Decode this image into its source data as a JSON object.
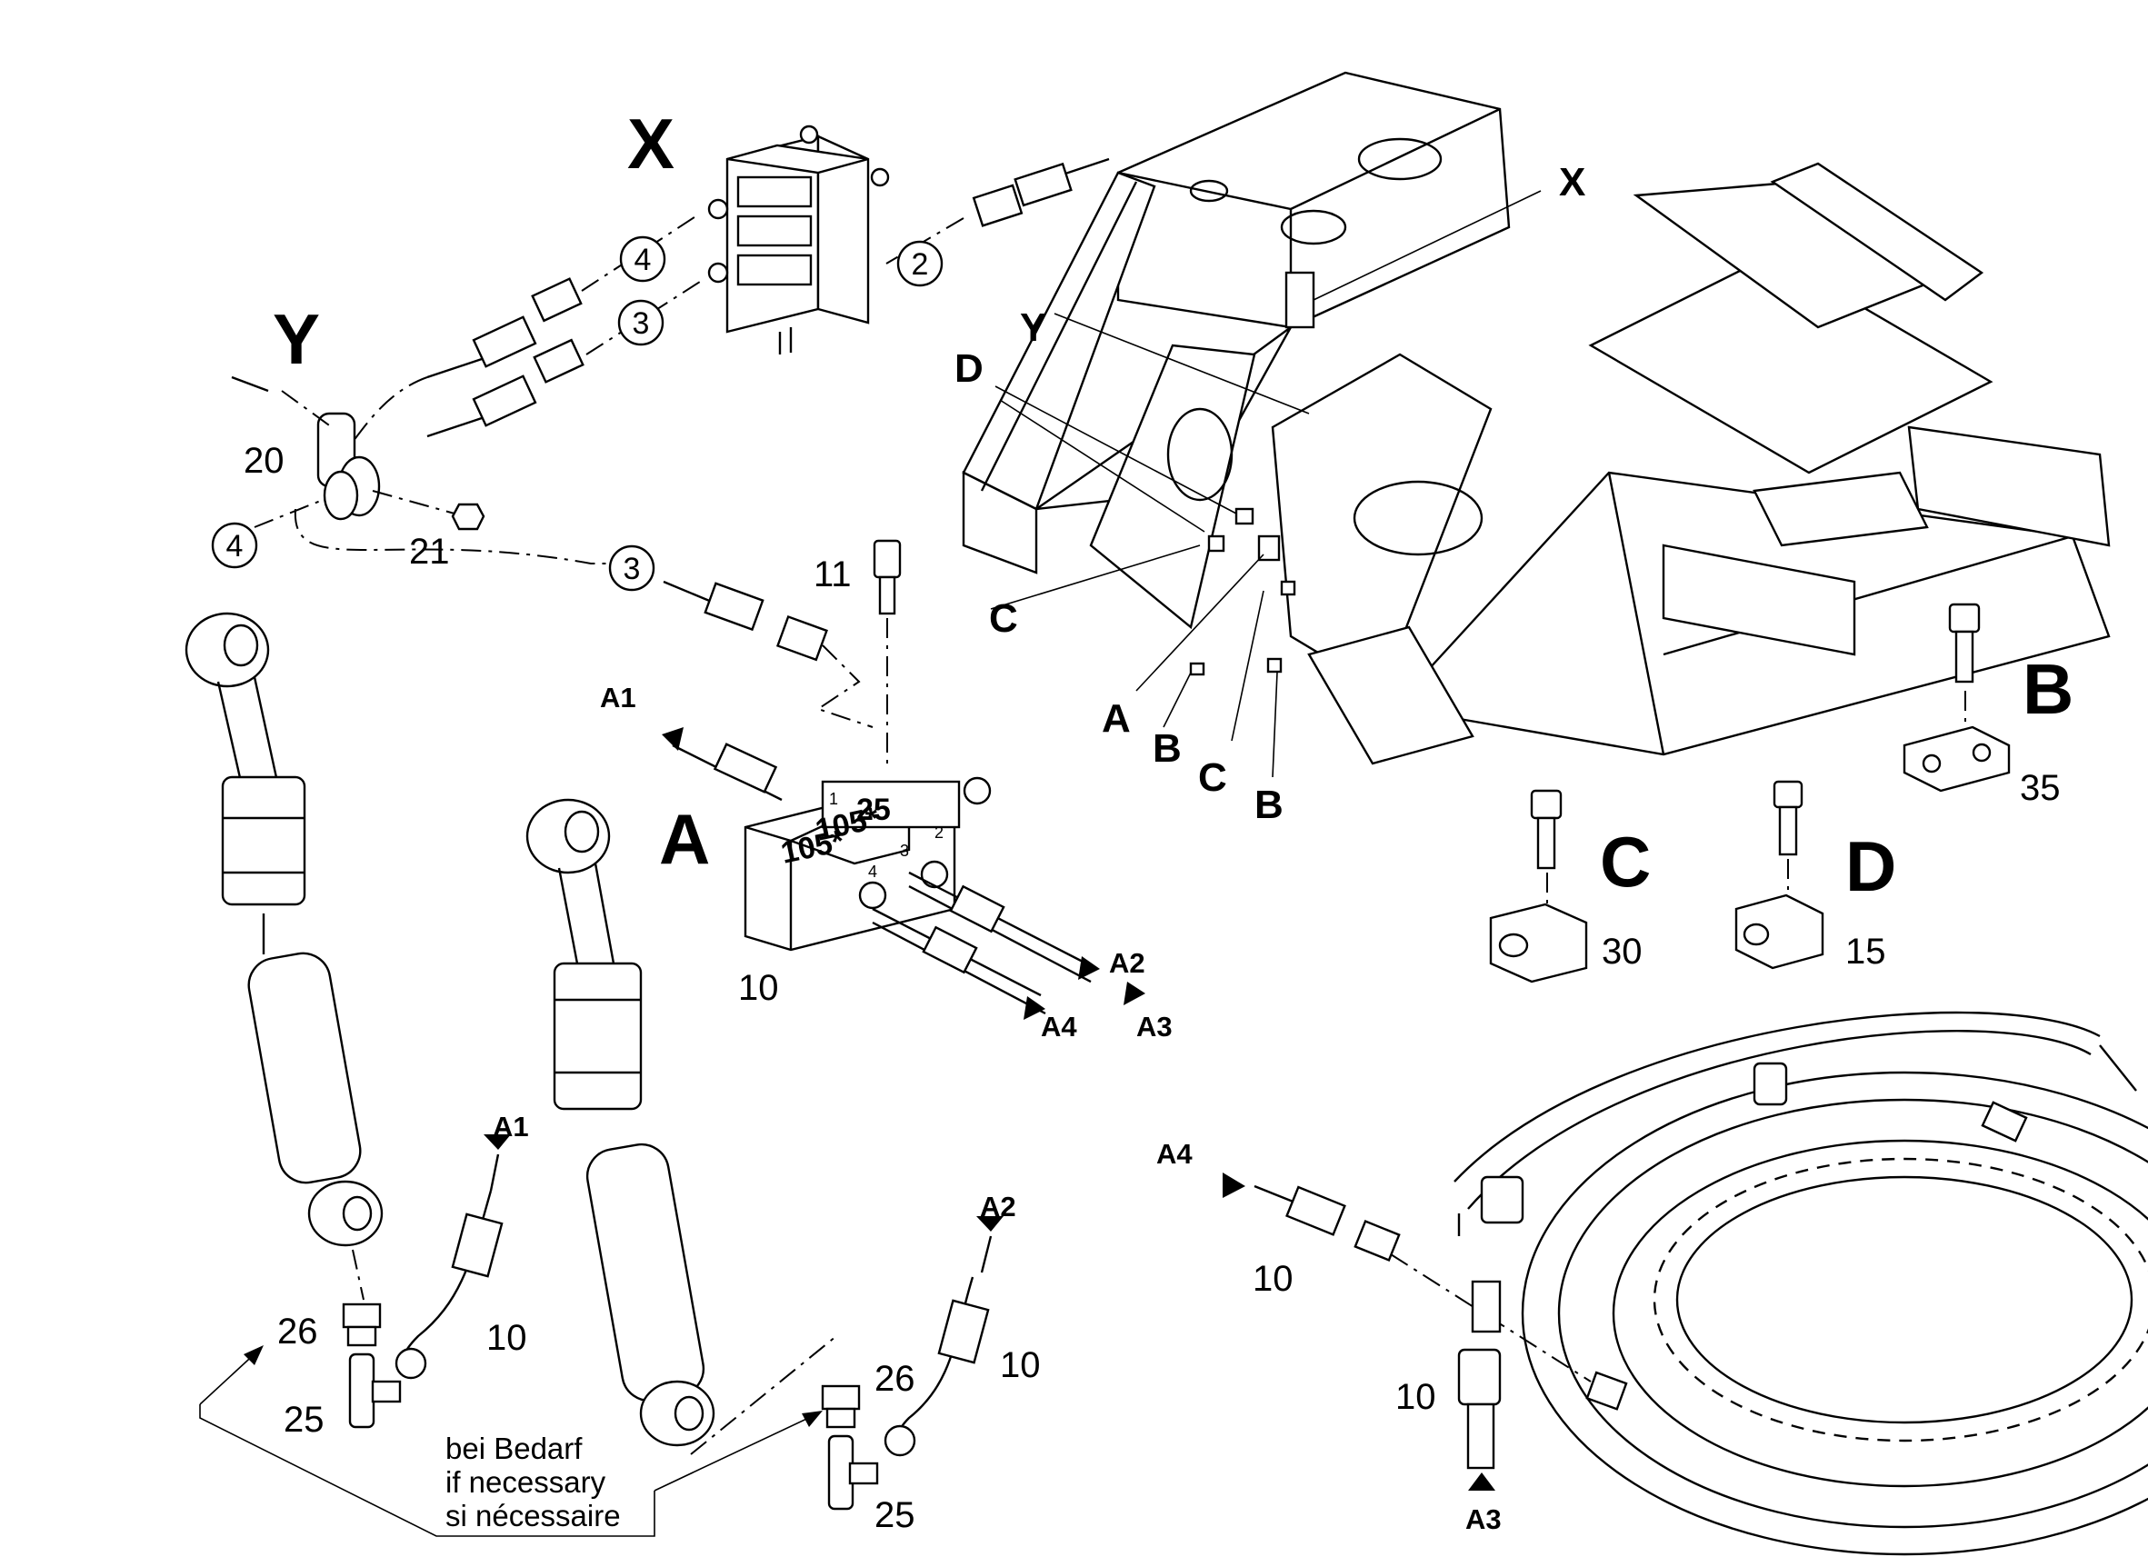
{
  "views": {
    "x": "X",
    "y": "Y",
    "a": "A",
    "b": "B",
    "c": "C",
    "d": "D"
  },
  "frame_labels": {
    "x": "X",
    "y": "Y",
    "d": "D",
    "c1": "C",
    "a": "A",
    "b1": "B",
    "c2": "C",
    "b2": "B"
  },
  "circled_refs": {
    "r4a": "4",
    "r3a": "3",
    "r2": "2",
    "r4b": "4",
    "r3b": "3"
  },
  "part_numbers": {
    "p20": "20",
    "p21": "21",
    "p11": "11",
    "p10_block": "10",
    "p35": "35",
    "p30": "30",
    "p15": "15",
    "p26_left": "26",
    "p25_left": "25",
    "p10_left": "10",
    "p26_mid": "26",
    "p25_mid": "25",
    "p10_mid": "10",
    "p10_a4": "10",
    "p10_a3": "10"
  },
  "block_markings": {
    "m25": "25",
    "m105a": "105*",
    "m105b": "105*",
    "n1": "1",
    "n2": "2",
    "n3": "3",
    "n4": "4"
  },
  "arrow_labels": {
    "a1_top": "A1",
    "a2_top": "A2",
    "a3_top": "A3",
    "a4_top": "A4",
    "a1_bottom": "A1",
    "a2_bottom": "A2",
    "a4_ring": "A4",
    "a3_ring": "A3"
  },
  "note": {
    "de": "bei Bedarf",
    "en": "if necessary",
    "fr": "si nécessaire"
  }
}
